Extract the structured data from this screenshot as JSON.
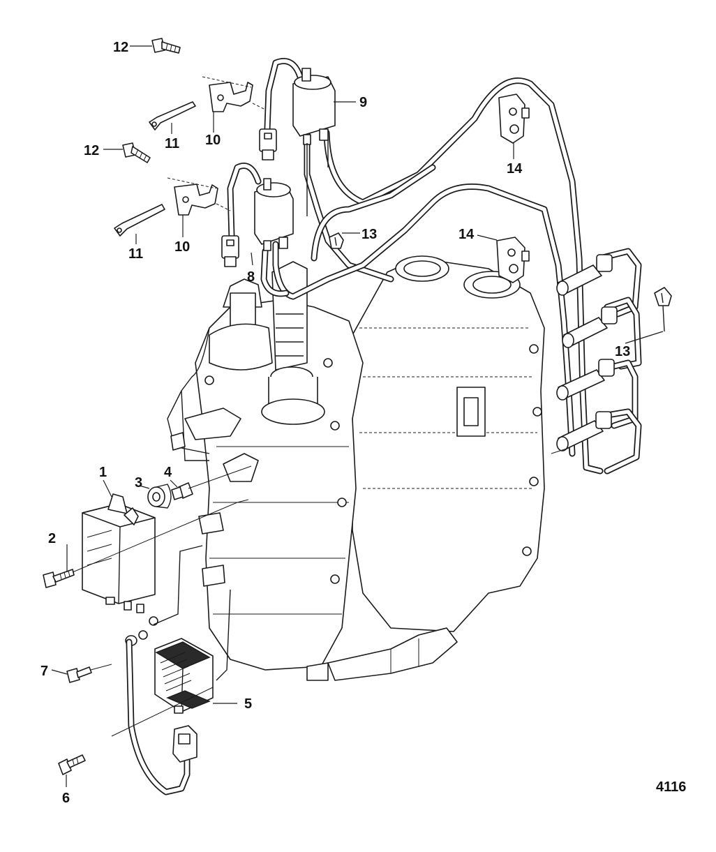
{
  "figure_id": "4116",
  "callouts": [
    {
      "id": "c12a",
      "label": "12"
    },
    {
      "id": "c9",
      "label": "9"
    },
    {
      "id": "c11a",
      "label": "11"
    },
    {
      "id": "c10a",
      "label": "10"
    },
    {
      "id": "c12b",
      "label": "12"
    },
    {
      "id": "c14a",
      "label": "14"
    },
    {
      "id": "c13a",
      "label": "13"
    },
    {
      "id": "c14b",
      "label": "14"
    },
    {
      "id": "c11b",
      "label": "11"
    },
    {
      "id": "c10b",
      "label": "10"
    },
    {
      "id": "c8",
      "label": "8"
    },
    {
      "id": "c13b",
      "label": "13"
    },
    {
      "id": "c1",
      "label": "1"
    },
    {
      "id": "c3",
      "label": "3"
    },
    {
      "id": "c4",
      "label": "4"
    },
    {
      "id": "c2",
      "label": "2"
    },
    {
      "id": "c7",
      "label": "7"
    },
    {
      "id": "c5",
      "label": "5"
    },
    {
      "id": "c6",
      "label": "6"
    }
  ]
}
